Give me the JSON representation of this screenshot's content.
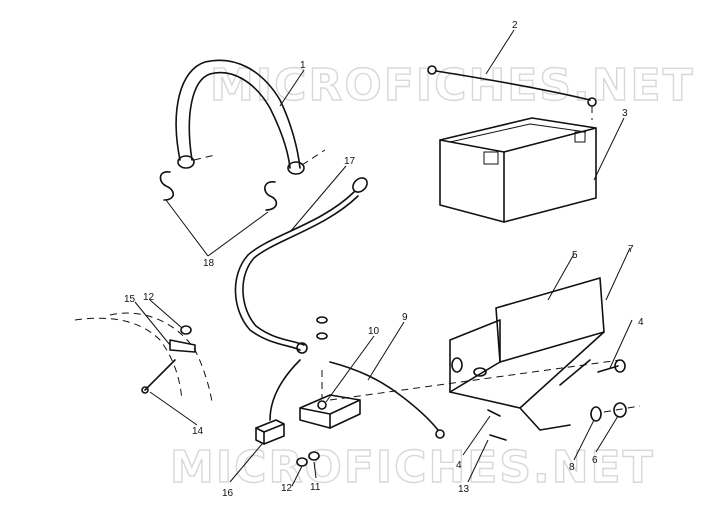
{
  "watermark": {
    "top_text": "MICROFICHES.NET",
    "bottom_text": "MICROFICHES.NET"
  },
  "callouts": {
    "c1": "1",
    "c2": "2",
    "c3": "3",
    "c4a": "4",
    "c4b": "4",
    "c5": "5",
    "c6": "6",
    "c7": "7",
    "c8": "8",
    "c9": "9",
    "c10": "10",
    "c11": "11",
    "c12a": "12",
    "c12b": "12",
    "c13": "13",
    "c14": "14",
    "c15": "15",
    "c16": "16",
    "c17": "17",
    "c18": "18"
  }
}
